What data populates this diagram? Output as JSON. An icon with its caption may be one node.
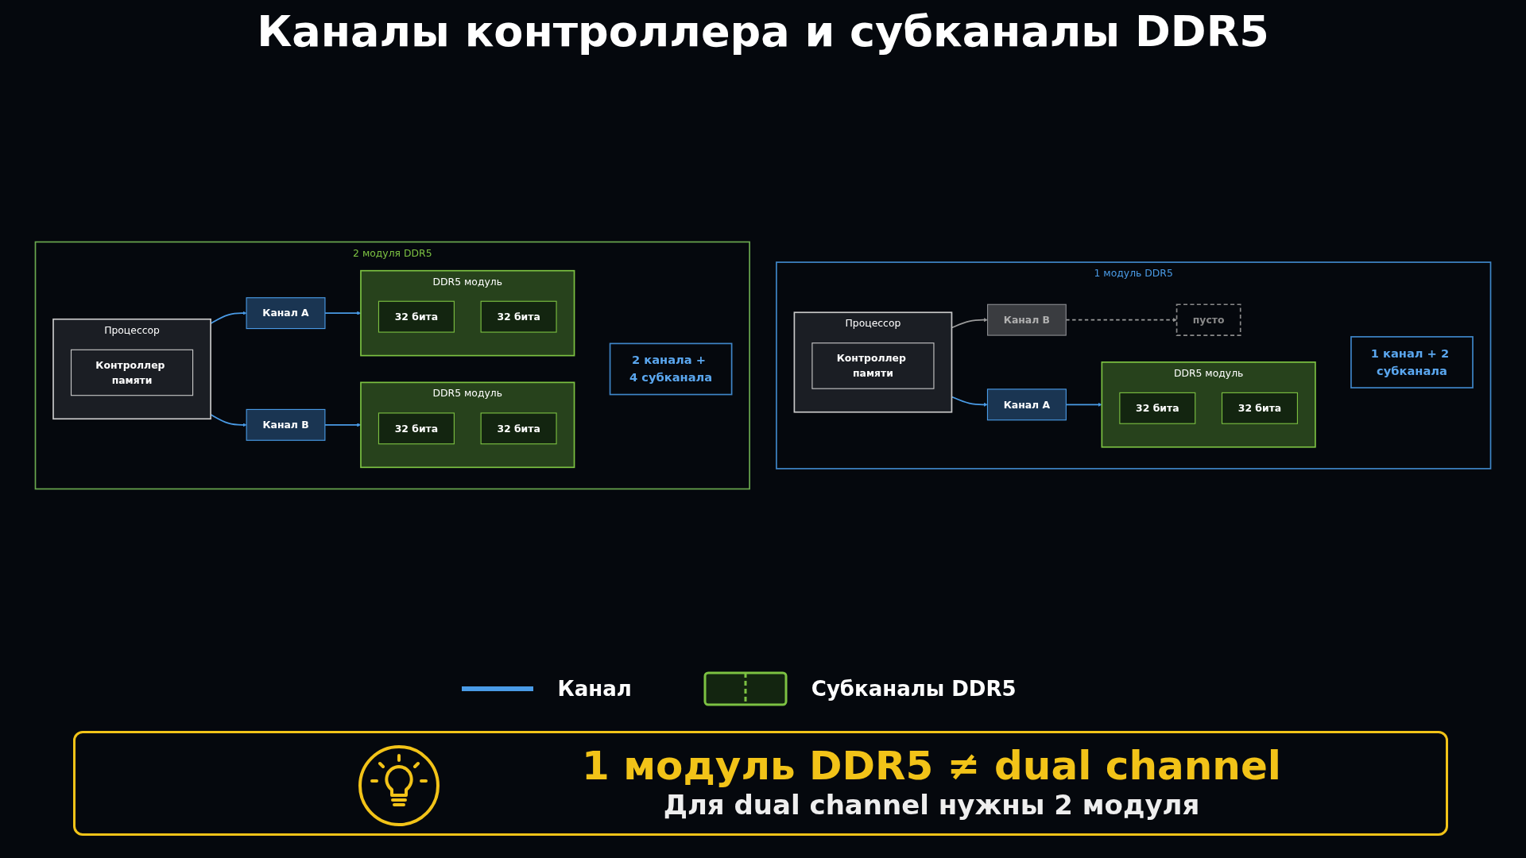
{
  "diagram": {
    "title": "Каналы контроллера и субканалы DDR5",
    "nodes": [
      {
        "text": [
          "1 модуль DDR5"
        ]
      },
      {
        "text": [
          "Процессор"
        ],
        "in": 0
      },
      {
        "text": [
          "Контроллер памяти"
        ],
        "in": 1
      },
      {
        "text": [
          "Канал A"
        ],
        "in": 0
      },
      {
        "text": [
          "Канал B"
        ],
        "in": 0
      },
      {
        "text": [
          "DDR5 модуль"
        ],
        "in": 0
      },
      {
        "text": [
          "32 бита"
        ],
        "in": 5
      },
      {
        "text": [
          "32 бита"
        ],
        "in": 5
      },
      {
        "text": [
          "пусто"
        ],
        "in": 0
      },
      {
        "text": [
          "1 канал + 2 субканала"
        ],
        "in": 0
      },
      {
        "text": [
          "2 модуля DDR5"
        ]
      },
      {
        "text": [
          "Процессор"
        ],
        "in": 10
      },
      {
        "text": [
          "Контроллер памяти"
        ],
        "in": 11
      },
      {
        "text": [
          "Канал A"
        ],
        "in": 10
      },
      {
        "text": [
          "Канал B"
        ],
        "in": 10
      },
      {
        "text": [
          "DDR5 модуль"
        ],
        "in": 10
      },
      {
        "text": [
          "32 бита"
        ],
        "in": 15
      },
      {
        "text": [
          "32 бита"
        ],
        "in": 15
      },
      {
        "text": [
          "DDR5 модуль"
        ],
        "in": 10
      },
      {
        "text": [
          "32 бита"
        ],
        "in": 18
      },
      {
        "text": [
          "32 бита"
        ],
        "in": 18
      },
      {
        "text": [
          "2 канала + 4 субканала"
        ],
        "in": 10
      },
      {
        "text": [
          "1 модуль DDR5 ≠ dual channel",
          "Для dual channel нужны 2 модуля"
        ]
      }
    ],
    "edges": [
      {
        "from": 1,
        "to": 3,
        "arrow": "to"
      },
      {
        "from": 1,
        "to": 4,
        "arrow": "to",
        "color": "#9a9a9a"
      },
      {
        "from": 3,
        "to": 5,
        "arrow": "to"
      },
      {
        "from": 4,
        "to": 8,
        "arrow": "to",
        "style": "dashed",
        "color": "#9a9a9a"
      },
      {
        "from": 11,
        "to": 13,
        "arrow": "to"
      },
      {
        "from": 11,
        "to": 14,
        "arrow": "to"
      },
      {
        "from": 13,
        "to": 15,
        "arrow": "to"
      },
      {
        "from": 14,
        "to": 18,
        "arrow": "to"
      }
    ],
    "legend": [
      {
        "text": "Канал"
      },
      {
        "text": "Субканалы DDR5"
      }
    ]
  }
}
